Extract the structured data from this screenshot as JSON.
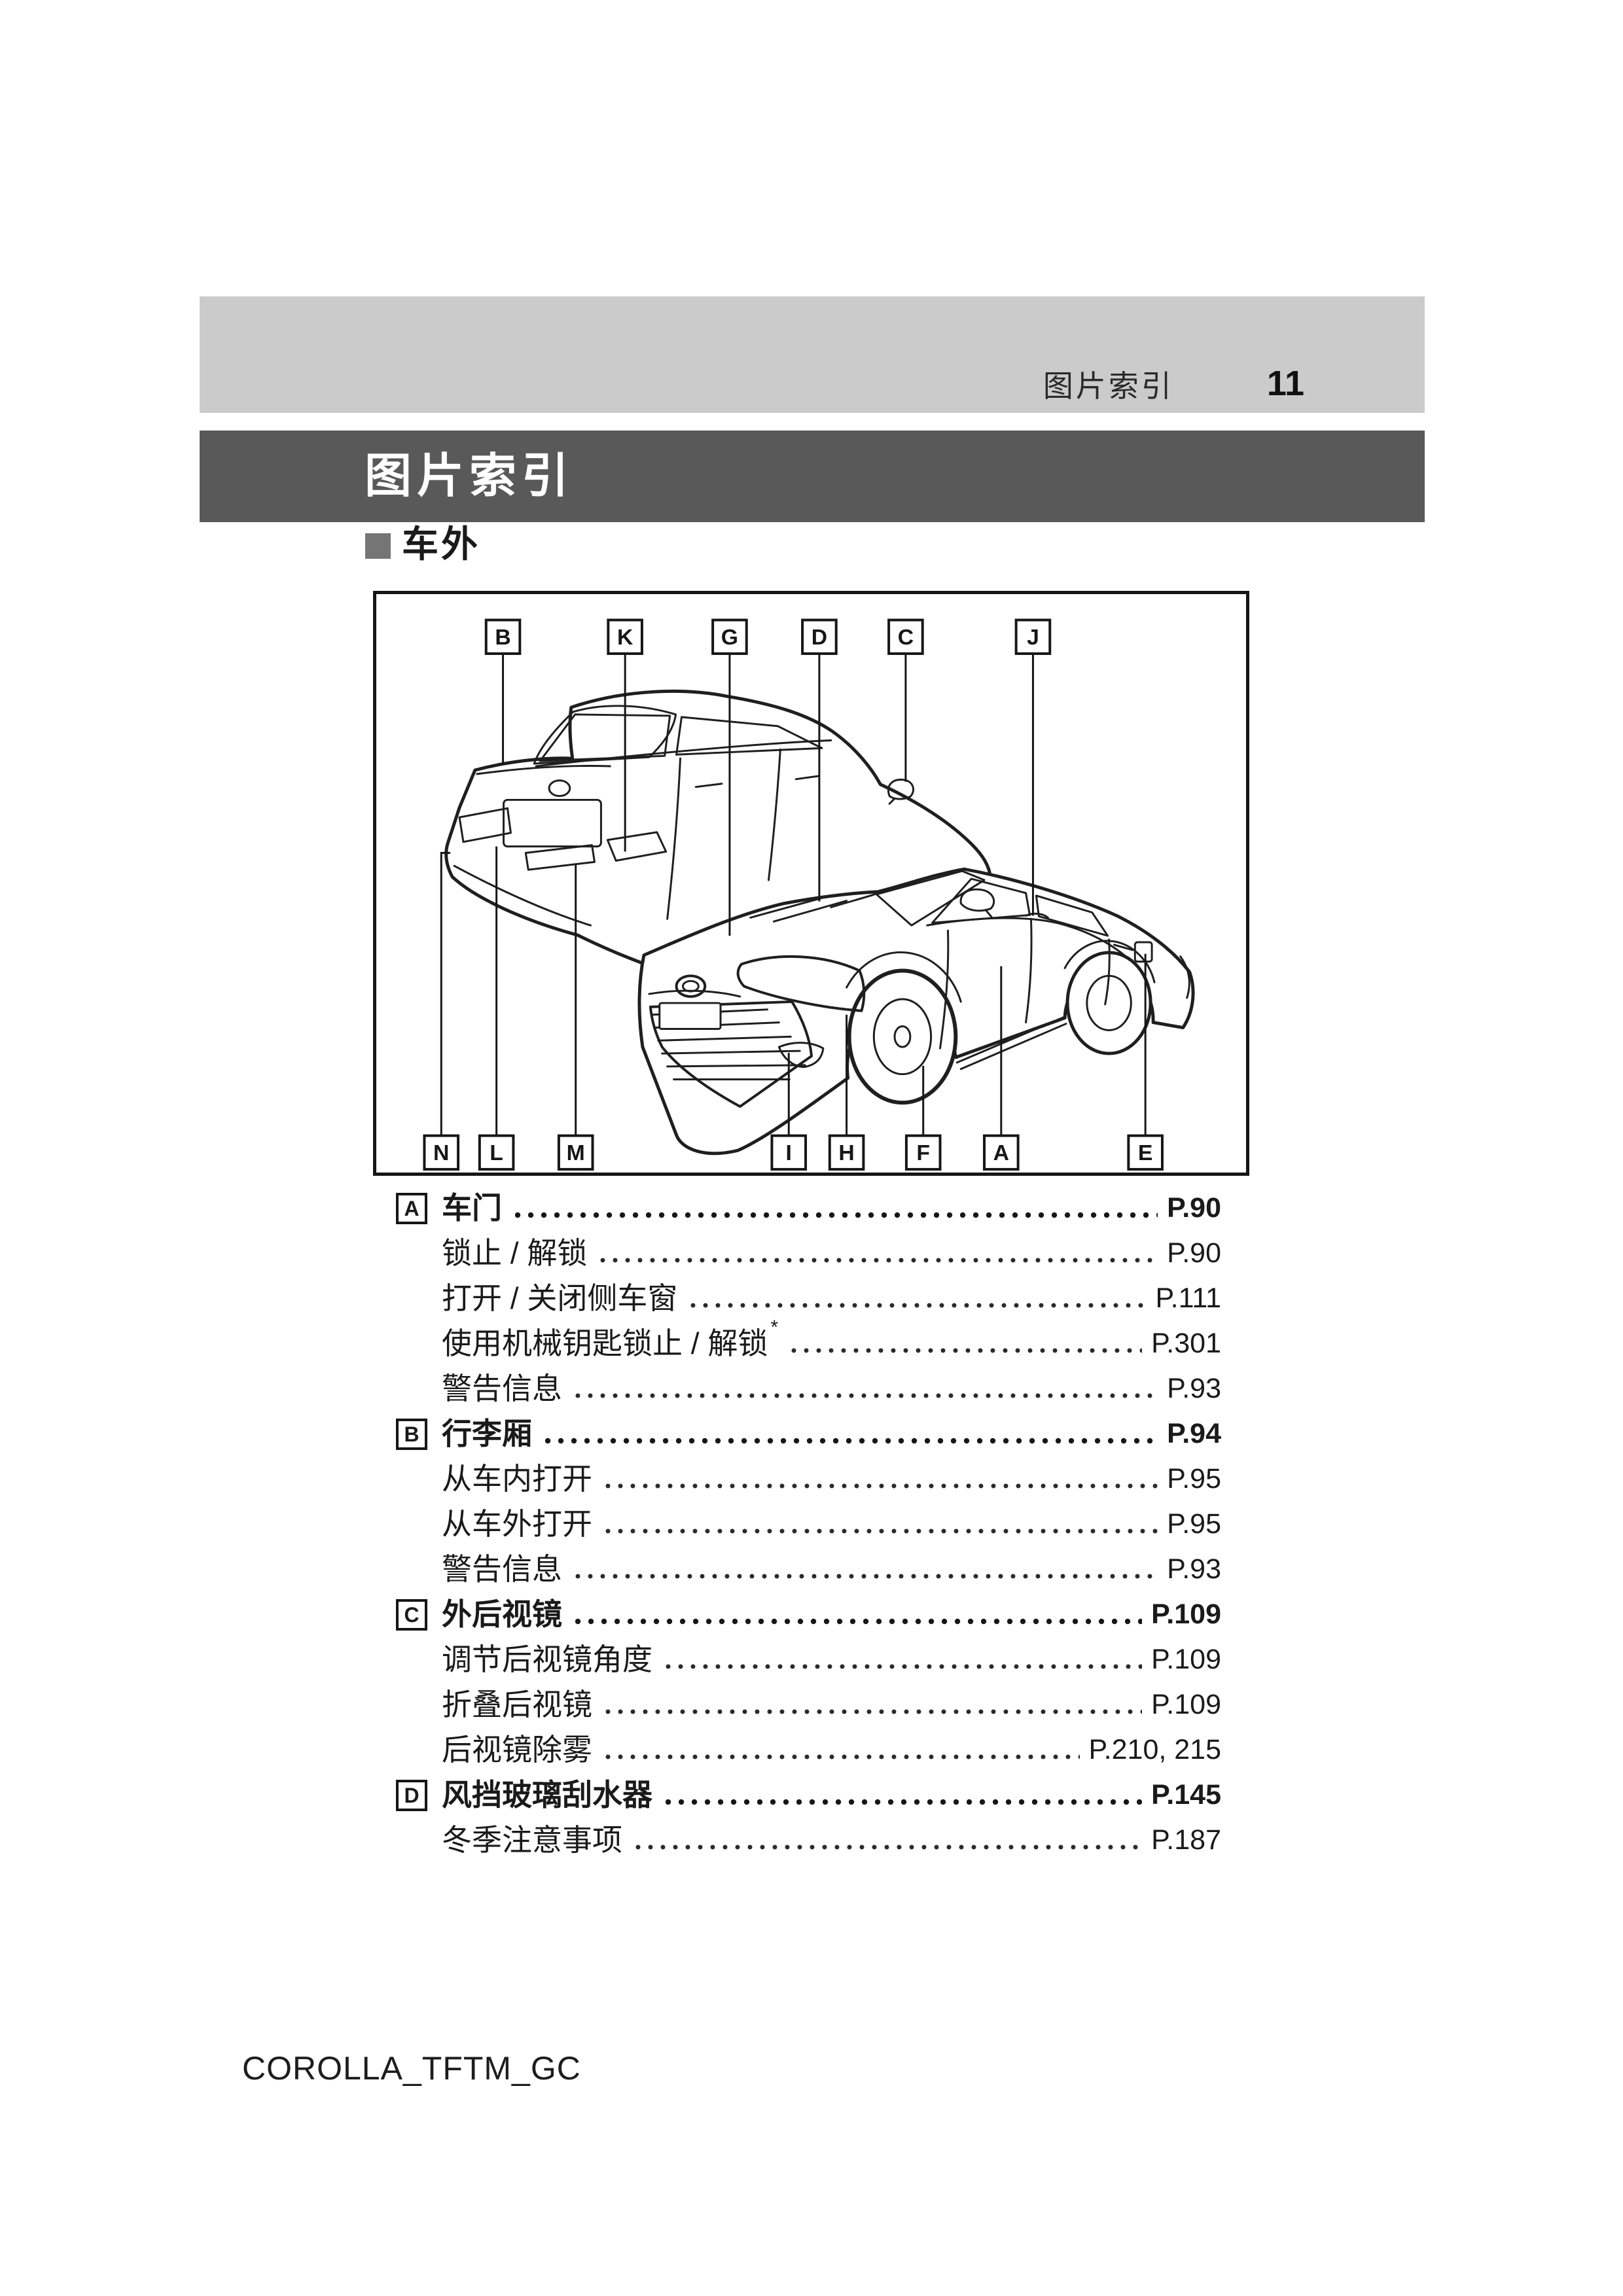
{
  "header": {
    "section_label": "图片索引",
    "page_number": "11"
  },
  "title_bar": {
    "title": "图片索引"
  },
  "section": {
    "title": "车外"
  },
  "diagram": {
    "top_callouts": [
      "B",
      "K",
      "G",
      "D",
      "C",
      "J"
    ],
    "bottom_callouts": [
      "N",
      "L",
      "M",
      "I",
      "H",
      "F",
      "A",
      "E"
    ]
  },
  "index": {
    "rows": [
      {
        "letter": "A",
        "label": "车门",
        "page": "P.90",
        "bold": true
      },
      {
        "label": "锁止 / 解锁",
        "page": "P.90"
      },
      {
        "label": "打开 / 关闭侧车窗",
        "page": "P.111"
      },
      {
        "label": "使用机械钥匙锁止 / 解锁",
        "sup": "*",
        "page": "P.301"
      },
      {
        "label": "警告信息",
        "page": "P.93"
      },
      {
        "letter": "B",
        "label": "行李厢",
        "page": "P.94",
        "bold": true
      },
      {
        "label": "从车内打开",
        "page": "P.95"
      },
      {
        "label": "从车外打开",
        "page": "P.95"
      },
      {
        "label": "警告信息",
        "page": "P.93"
      },
      {
        "letter": "C",
        "label": "外后视镜",
        "page": "P.109",
        "bold": true
      },
      {
        "label": "调节后视镜角度",
        "page": "P.109"
      },
      {
        "label": "折叠后视镜",
        "page": "P.109"
      },
      {
        "label": "后视镜除雾",
        "page": "P.210, 215"
      },
      {
        "letter": "D",
        "label": "风挡玻璃刮水器",
        "page": "P.145",
        "bold": true
      },
      {
        "label": "冬季注意事项",
        "page": "P.187"
      }
    ]
  },
  "footer": {
    "doc_code": "COROLLA_TFTM_GC"
  },
  "colors": {
    "header_band_bg": "#cbcbcb",
    "title_bar_bg": "#595959",
    "section_marker": "#757575",
    "line_art": "#1f1f1f",
    "text": "#1a1a1a"
  }
}
